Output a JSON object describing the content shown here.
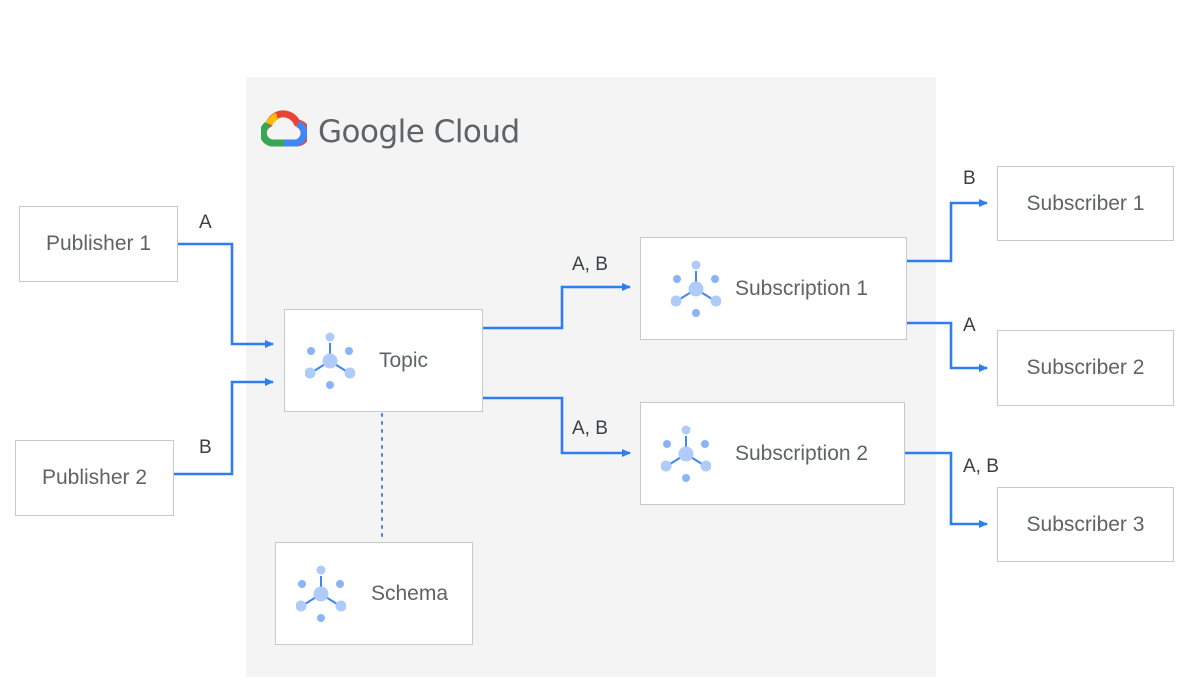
{
  "brand": {
    "name": "Google Cloud"
  },
  "publishers": [
    {
      "label": "Publisher 1",
      "message": "A"
    },
    {
      "label": "Publisher 2",
      "message": "B"
    }
  ],
  "topic": {
    "label": "Topic",
    "icon": "pubsub-icon"
  },
  "schema": {
    "label": "Schema",
    "icon": "pubsub-icon"
  },
  "subscriptions": [
    {
      "label": "Subscription 1",
      "incoming": "A, B",
      "icon": "pubsub-icon"
    },
    {
      "label": "Subscription 2",
      "incoming": "A, B",
      "icon": "pubsub-icon"
    }
  ],
  "subscribers": [
    {
      "label": "Subscriber 1",
      "message": "B"
    },
    {
      "label": "Subscriber 2",
      "message": "A"
    },
    {
      "label": "Subscriber 3",
      "message": "A, B"
    }
  ],
  "colors": {
    "arrow": "#2f7ef0",
    "panel": "#f4f4f4",
    "node_border": "#c9c9c9",
    "icon_dark": "#8ab4f8",
    "icon_light": "#aecbfa",
    "connector_dot": "#4285f4"
  }
}
